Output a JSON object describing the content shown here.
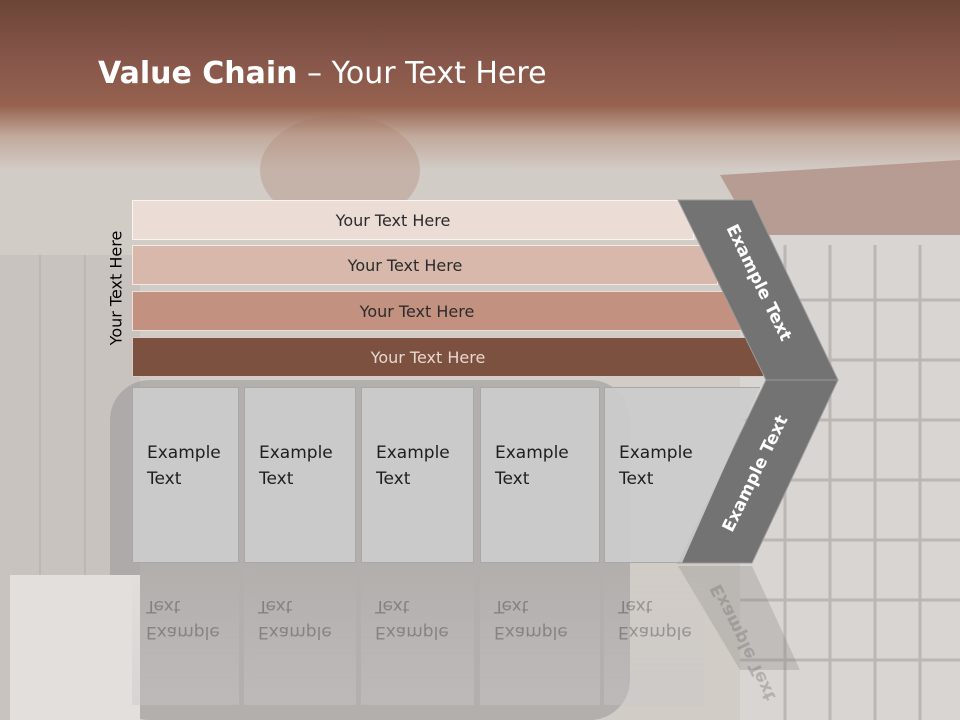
{
  "title": {
    "bold": "Value Chain",
    "rest": " – Your Text Here"
  },
  "side_label": "Your Text Here",
  "bars": [
    {
      "label": "Your Text Here",
      "color": "#ecdcd6"
    },
    {
      "label": "Your Text Here",
      "color": "#d8b8aa"
    },
    {
      "label": "Your Text Here",
      "color": "#c3917f"
    },
    {
      "label": "Your Text Here",
      "color": "#7d5140"
    }
  ],
  "boxes": [
    {
      "line1": "Example",
      "line2": "Text"
    },
    {
      "line1": "Example",
      "line2": "Text"
    },
    {
      "line1": "Example",
      "line2": "Text"
    },
    {
      "line1": "Example",
      "line2": "Text"
    },
    {
      "line1": "Example",
      "line2": "Text"
    }
  ],
  "chevron": {
    "upper_text": "Example Text",
    "lower_text": "Example Text",
    "color": "#737373"
  },
  "colors": {
    "header": "#86564a",
    "box_fill": "#cccccc"
  }
}
